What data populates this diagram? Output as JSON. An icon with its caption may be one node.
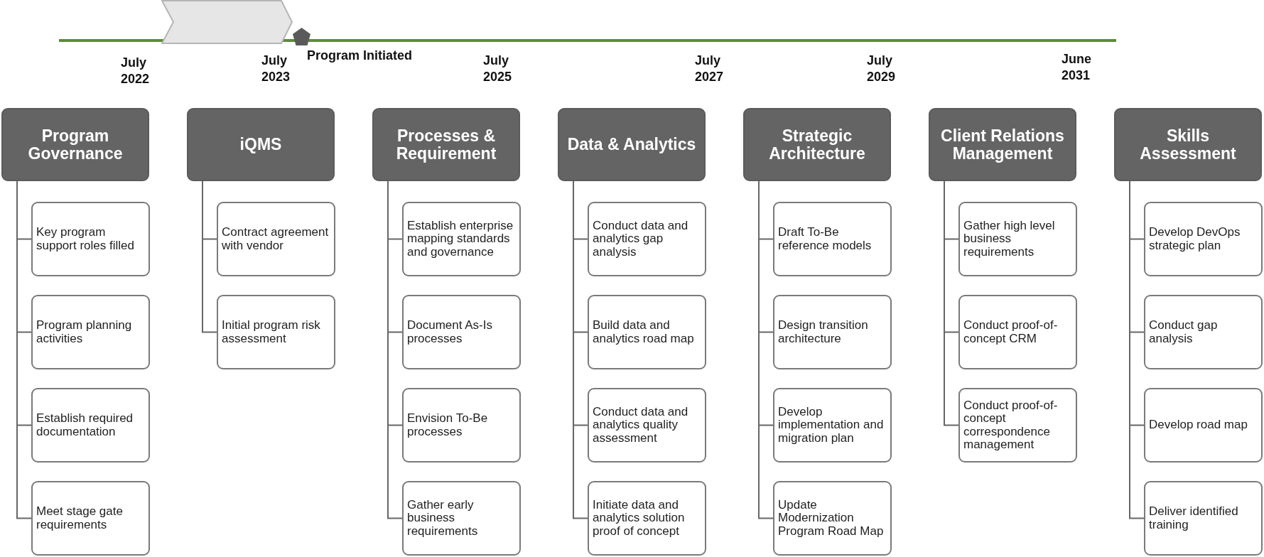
{
  "diagram": {
    "nodes": [
      {
        "text": [],
        "shape": "chevron"
      },
      {
        "text": [],
        "shape": "pentagon",
        "beside": [
          "Program Initiated"
        ]
      },
      {
        "text": [
          "Program Governance"
        ]
      },
      {
        "text": [
          "Key program support roles filled"
        ]
      },
      {
        "text": [
          "Program planning activities"
        ]
      },
      {
        "text": [
          "Establish required documentation"
        ]
      },
      {
        "text": [
          "Meet stage gate requirements"
        ]
      },
      {
        "text": [
          "iQMS"
        ]
      },
      {
        "text": [
          "Contract agreement with vendor"
        ]
      },
      {
        "text": [
          "Initial program risk assessment"
        ]
      },
      {
        "text": [
          "Processes & Requirement"
        ]
      },
      {
        "text": [
          "Establish enterprise mapping standards and governance"
        ]
      },
      {
        "text": [
          "Document As-Is processes"
        ]
      },
      {
        "text": [
          "Envision To-Be processes"
        ]
      },
      {
        "text": [
          "Gather early business requirements"
        ]
      },
      {
        "text": [
          "Data & Analytics"
        ]
      },
      {
        "text": [
          "Conduct data and analytics gap analysis"
        ]
      },
      {
        "text": [
          "Build data and analytics road map"
        ]
      },
      {
        "text": [
          "Conduct data and analytics quality assessment"
        ]
      },
      {
        "text": [
          "Initiate data and analytics solution proof of concept"
        ]
      },
      {
        "text": [
          "Strategic Architecture"
        ]
      },
      {
        "text": [
          "Draft To-Be reference models"
        ]
      },
      {
        "text": [
          "Design transition architecture"
        ]
      },
      {
        "text": [
          "Develop implementation and migration plan"
        ]
      },
      {
        "text": [
          "Update Modernization Program Road Map"
        ]
      },
      {
        "text": [
          "Client Relations Management"
        ]
      },
      {
        "text": [
          "Gather high level business requirements"
        ]
      },
      {
        "text": [
          "Conduct proof-of-concept CRM"
        ]
      },
      {
        "text": [
          "Conduct proof-of-concept correspondence management"
        ]
      },
      {
        "text": [
          "Skills Assessment"
        ]
      },
      {
        "text": [
          "Develop DevOps strategic plan"
        ]
      },
      {
        "text": [
          "Conduct gap analysis"
        ]
      },
      {
        "text": [
          "Develop road map"
        ]
      },
      {
        "text": [
          "Deliver identified training"
        ]
      }
    ],
    "edges": [
      {
        "from": 2,
        "to": 3,
        "arrow": "none"
      },
      {
        "from": 2,
        "to": 4,
        "arrow": "none"
      },
      {
        "from": 2,
        "to": 5,
        "arrow": "none"
      },
      {
        "from": 2,
        "to": 6,
        "arrow": "none"
      },
      {
        "from": 7,
        "to": 8,
        "arrow": "none"
      },
      {
        "from": 7,
        "to": 9,
        "arrow": "none"
      },
      {
        "from": 10,
        "to": 11,
        "arrow": "none"
      },
      {
        "from": 10,
        "to": 12,
        "arrow": "none"
      },
      {
        "from": 10,
        "to": 13,
        "arrow": "none"
      },
      {
        "from": 10,
        "to": 14,
        "arrow": "none"
      },
      {
        "from": 15,
        "to": 16,
        "arrow": "none"
      },
      {
        "from": 15,
        "to": 17,
        "arrow": "none"
      },
      {
        "from": 15,
        "to": 18,
        "arrow": "none"
      },
      {
        "from": 15,
        "to": 19,
        "arrow": "none"
      },
      {
        "from": 20,
        "to": 21,
        "arrow": "none"
      },
      {
        "from": 20,
        "to": 22,
        "arrow": "none"
      },
      {
        "from": 20,
        "to": 23,
        "arrow": "none"
      },
      {
        "from": 20,
        "to": 24,
        "arrow": "none"
      },
      {
        "from": 25,
        "to": 26,
        "arrow": "none"
      },
      {
        "from": 25,
        "to": 27,
        "arrow": "none"
      },
      {
        "from": 25,
        "to": 28,
        "arrow": "none"
      },
      {
        "from": 29,
        "to": 30,
        "arrow": "none"
      },
      {
        "from": 29,
        "to": 31,
        "arrow": "none"
      },
      {
        "from": 29,
        "to": 32,
        "arrow": "none"
      },
      {
        "from": 29,
        "to": 33,
        "arrow": "none"
      }
    ],
    "labels": [
      "July 2022",
      "July 2023",
      "July 2025",
      "July 2027",
      "July 2029",
      "June 2031"
    ]
  }
}
